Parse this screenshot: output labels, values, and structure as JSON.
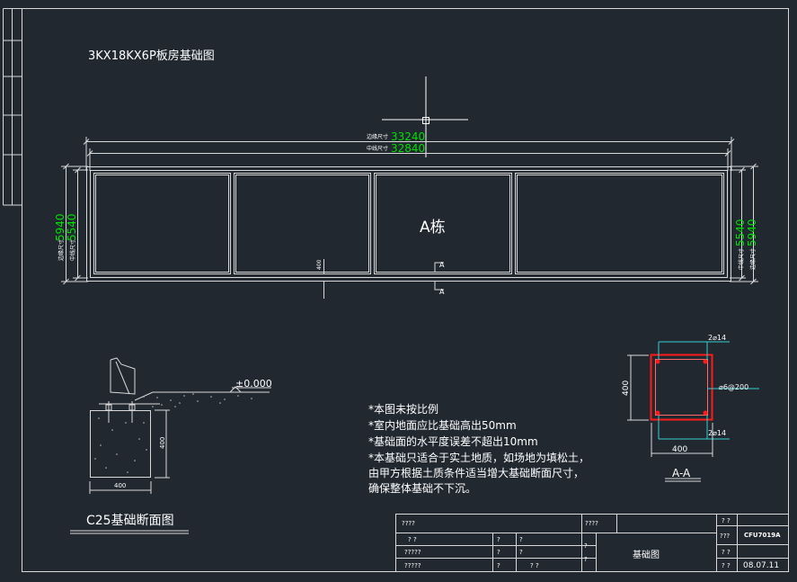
{
  "title": "3KX18KX6P板房基础图",
  "building_label": "A栋",
  "dims": {
    "outer_length_label": "边缘尺寸",
    "outer_length": "33240",
    "center_length_label": "中线尺寸",
    "center_length": "32840",
    "left_outer": "5940",
    "left_center": "5540",
    "right_center": "5540",
    "right_outer": "5940",
    "small_dim": "400"
  },
  "section_marks": {
    "a1": "A",
    "a2": "A"
  },
  "elevation": "±0.000",
  "foundation": {
    "width": "400",
    "height": "400",
    "title": "C25基础断面图"
  },
  "rebar": {
    "top_bars": "2⌀14",
    "bottom_bars": "2⌀14",
    "stirrup": "⌀6@200",
    "height": "400",
    "width": "400",
    "section_title": "A-A"
  },
  "notes": [
    "*本图未按比例",
    "*室内地面应比基础高出50mm",
    "*基础面的水平度误差不超出10mm",
    "*本基础只适合于实土地质，如场地为填松土，",
    "  由甲方根据土质条件适当增大基础断面尺寸，",
    "  确保整体基础不下沉。"
  ],
  "title_block": {
    "r1c1": "????",
    "r1c2": "????",
    "r1c3": "? ?",
    "drawing_no": "CFU7019A",
    "r2c1": "? ?",
    "r3c1": "?????",
    "r4c1": "?????",
    "r2c2": "?",
    "r2c3": "?",
    "r3c2": "?",
    "r3c3": "?",
    "r4c2": "?",
    "r4c3": "? ?",
    "mid_a": "?",
    "mid_b": "?",
    "drawing_name": "基础图",
    "r2c5": "???",
    "r3c5": "? ?",
    "r4c5": "? ?",
    "date": "08.07.11"
  },
  "colors": {
    "background": "#212830",
    "line": "#d9d9d9",
    "dimension_text": "#00e000",
    "rebar_red": "#ff1a1a",
    "dimension_line_cyan": "#33d0d0"
  }
}
